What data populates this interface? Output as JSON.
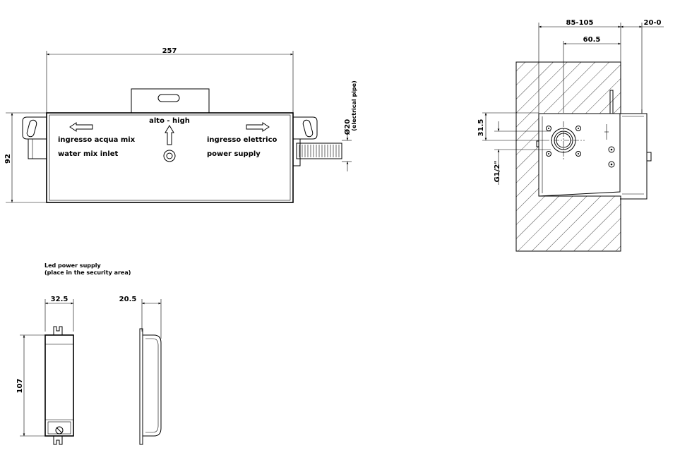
{
  "front_view": {
    "width_dim": "257",
    "height_dim": "92",
    "label_high": "alto - high",
    "label_water_it": "ingresso acqua mix",
    "label_water_en": "water mix inlet",
    "label_power_it": "ingresso elettrico",
    "label_power_en": "power supply",
    "pipe_dim": "Ø20",
    "pipe_label": "(electrical pipe)"
  },
  "side_view": {
    "dim_depth": "85-105",
    "dim_offset": "20-0",
    "dim_center": "60.5",
    "dim_vertical": "31.5",
    "dim_thread": "G1/2\""
  },
  "led_power_supply": {
    "title_line1": "Led power supply",
    "title_line2": "(place in the security area)",
    "width_dim": "32.5",
    "depth_dim": "20.5",
    "height_dim": "107"
  },
  "colors": {
    "ink": "#000000",
    "paper": "#ffffff"
  }
}
